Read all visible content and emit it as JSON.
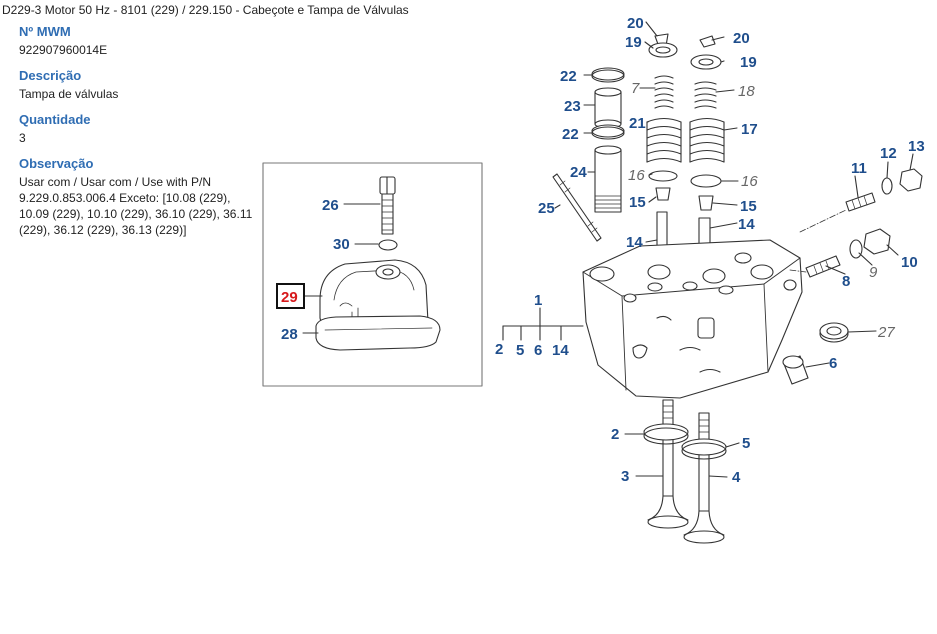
{
  "title": "D229-3 Motor 50 Hz - 8101 (229)  /  229.150 - Cabeçote e Tampa de Válvulas",
  "fields": [
    {
      "label": "Nº MWM",
      "value": "922907960014E"
    },
    {
      "label": "Descrição",
      "value": "Tampa de válvulas"
    },
    {
      "label": "Quantidade",
      "value": "3"
    },
    {
      "label": "Observação",
      "value": "Usar com / Usar com / Use with P/N 9.229.0.853.006.4 Exceto: [10.08 (229), 10.09 (229), 10.10 (229), 36.10 (229), 36.11 (229), 36.12 (229), 36.13 (229)]"
    }
  ],
  "diagram": {
    "selected_part": "29",
    "highlight_color": "#d7191c",
    "callout_color": "#1f4e8c",
    "callouts": {
      "c1": "1",
      "c2a": "2",
      "c2b": "2",
      "c3": "3",
      "c4": "4",
      "c5a": "5",
      "c5b": "5",
      "c6a": "6",
      "c6b": "6",
      "c7": "7",
      "c8": "8",
      "c9": "9",
      "c10": "10",
      "c11": "11",
      "c12": "12",
      "c13": "13",
      "c14a": "14",
      "c14b": "14",
      "c14c": "14",
      "c15a": "15",
      "c15b": "15",
      "c16a": "16",
      "c16b": "16",
      "c17": "17",
      "c18": "18",
      "c19a": "19",
      "c19b": "19",
      "c20a": "20",
      "c20b": "20",
      "c21": "21",
      "c22a": "22",
      "c22b": "22",
      "c23": "23",
      "c24": "24",
      "c25": "25",
      "c26": "26",
      "c27": "27",
      "c28": "28",
      "c29": "29",
      "c30": "30"
    }
  }
}
